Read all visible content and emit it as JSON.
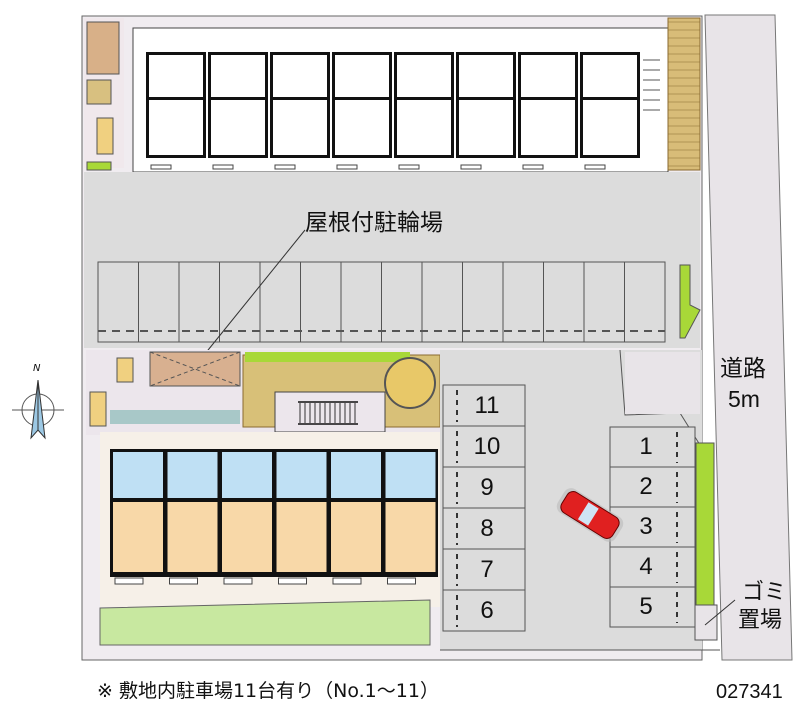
{
  "labels": {
    "bike_shelter": "屋根付駐輪場",
    "road_line1": "道路",
    "road_line2": "5m",
    "garbage_line1": "ゴミ",
    "garbage_line2": "置場",
    "compass_n": "N"
  },
  "parking": {
    "left_column": [
      "11",
      "10",
      "9",
      "8",
      "7",
      "6"
    ],
    "right_column": [
      "1",
      "2",
      "3",
      "4",
      "5"
    ]
  },
  "footer": {
    "note": "※ 敷地内駐車場11台有り（No.1～11）",
    "code": "027341"
  },
  "colors": {
    "road": "#e8e4e8",
    "drive": "#dcdcdc",
    "brick": "#d8bc78",
    "green": "#a8d838",
    "unit_wet": "#bfe0f4",
    "unit_room": "#f8d8a8",
    "car": "#e02020"
  }
}
